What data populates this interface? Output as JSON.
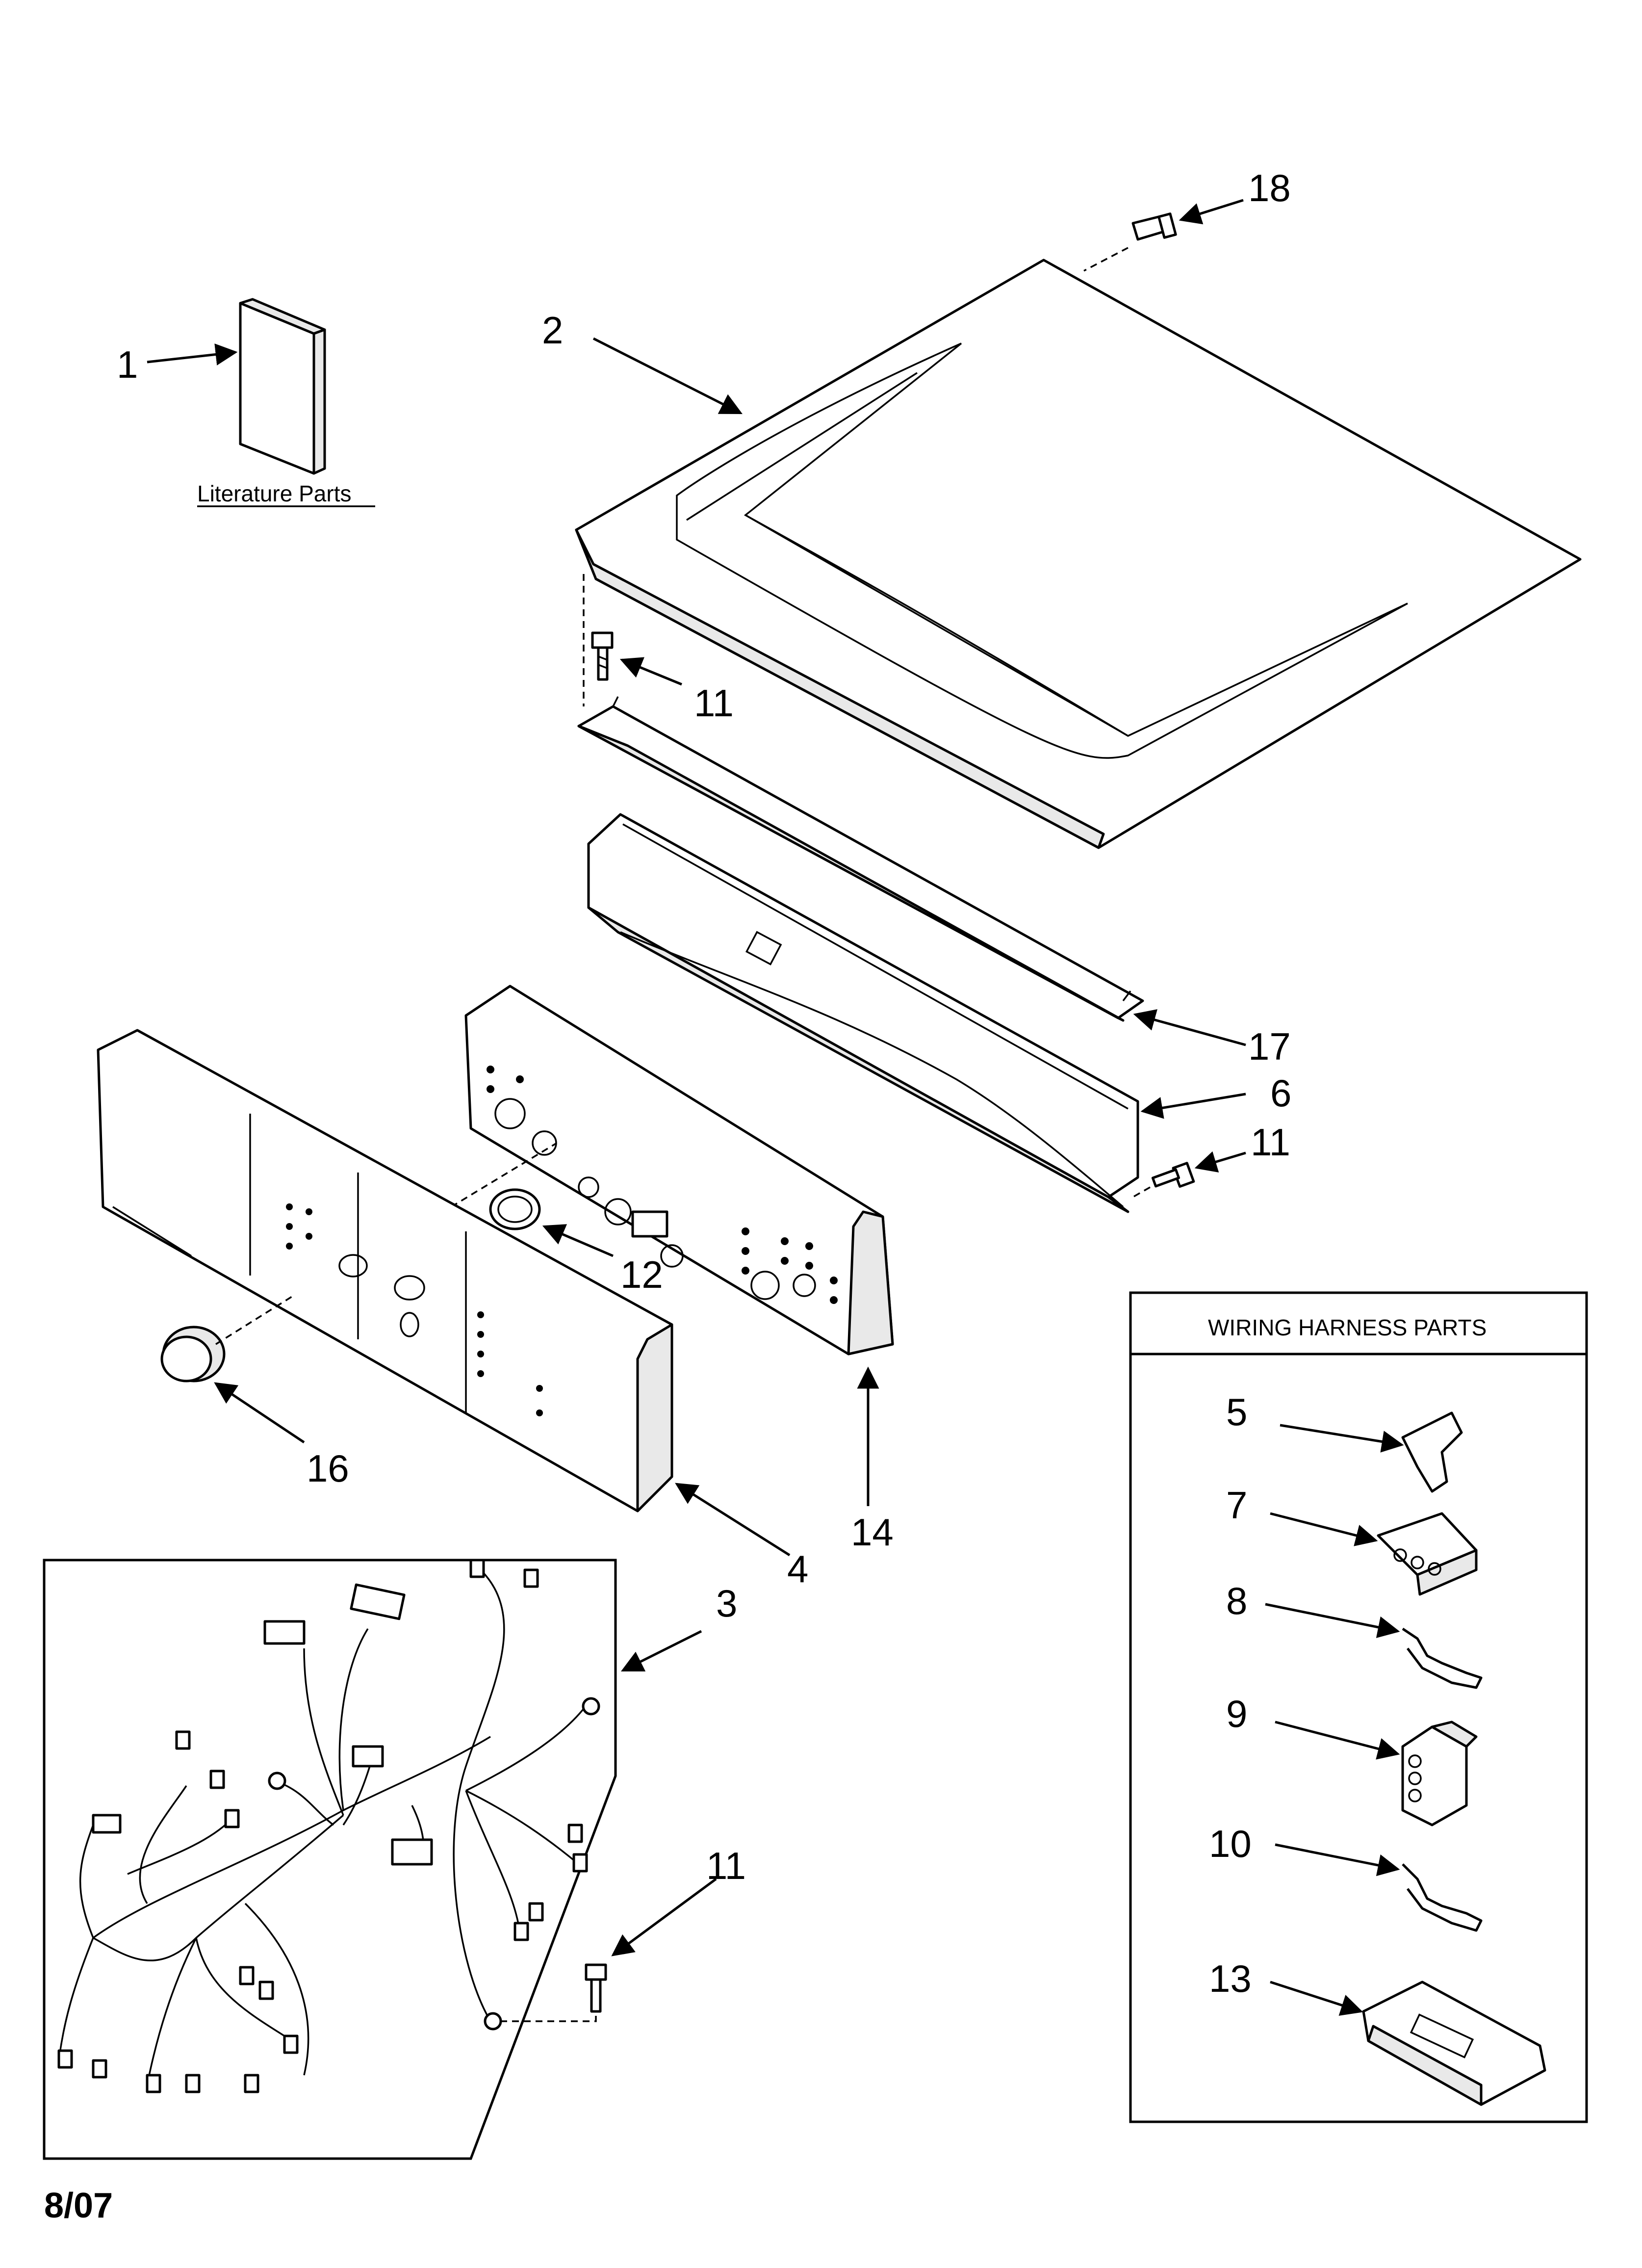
{
  "callouts": {
    "c1": "1",
    "c2": "2",
    "c3": "3",
    "c4": "4",
    "c5": "5",
    "c6": "6",
    "c7": "7",
    "c8": "8",
    "c9": "9",
    "c10": "10",
    "c11a": "11",
    "c11b": "11",
    "c11c": "11",
    "c12": "12",
    "c13": "13",
    "c14": "14",
    "c16": "16",
    "c17": "17",
    "c18": "18"
  },
  "literature_label": "Literature Parts",
  "wiring_box_title": "WIRING HARNESS PARTS",
  "date_code": "8/07"
}
